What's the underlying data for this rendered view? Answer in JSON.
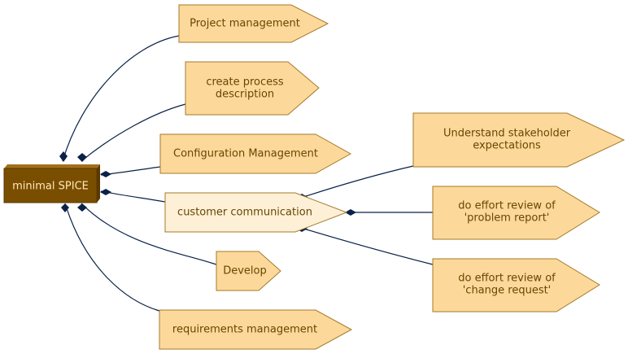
{
  "diagram": {
    "root": {
      "label": "minimal SPICE"
    },
    "nodes": [
      {
        "id": "project-management",
        "lines": [
          "Project management"
        ]
      },
      {
        "id": "create-process-description",
        "lines": [
          "create process",
          "description"
        ]
      },
      {
        "id": "configuration-management",
        "lines": [
          "Configuration Management"
        ]
      },
      {
        "id": "customer-communication",
        "lines": [
          "customer communication"
        ]
      },
      {
        "id": "develop",
        "lines": [
          "Develop"
        ]
      },
      {
        "id": "requirements-management",
        "lines": [
          "requirements management"
        ]
      },
      {
        "id": "understand-stakeholder-expectations",
        "lines": [
          "Understand stakeholder",
          "expectations"
        ]
      },
      {
        "id": "effort-review-problem-report",
        "lines": [
          "do effort review of",
          "'problem report'"
        ]
      },
      {
        "id": "effort-review-change-request",
        "lines": [
          "do effort review of",
          "'change request'"
        ]
      }
    ],
    "colors": {
      "root_fill": "#7a4e00",
      "node_fill": "#fcd99a",
      "highlight_fill": "#fdf0d7",
      "node_stroke": "#a47a2a",
      "edge": "#0a2148",
      "text": "#6b4500",
      "root_text": "#fde8b8"
    }
  }
}
